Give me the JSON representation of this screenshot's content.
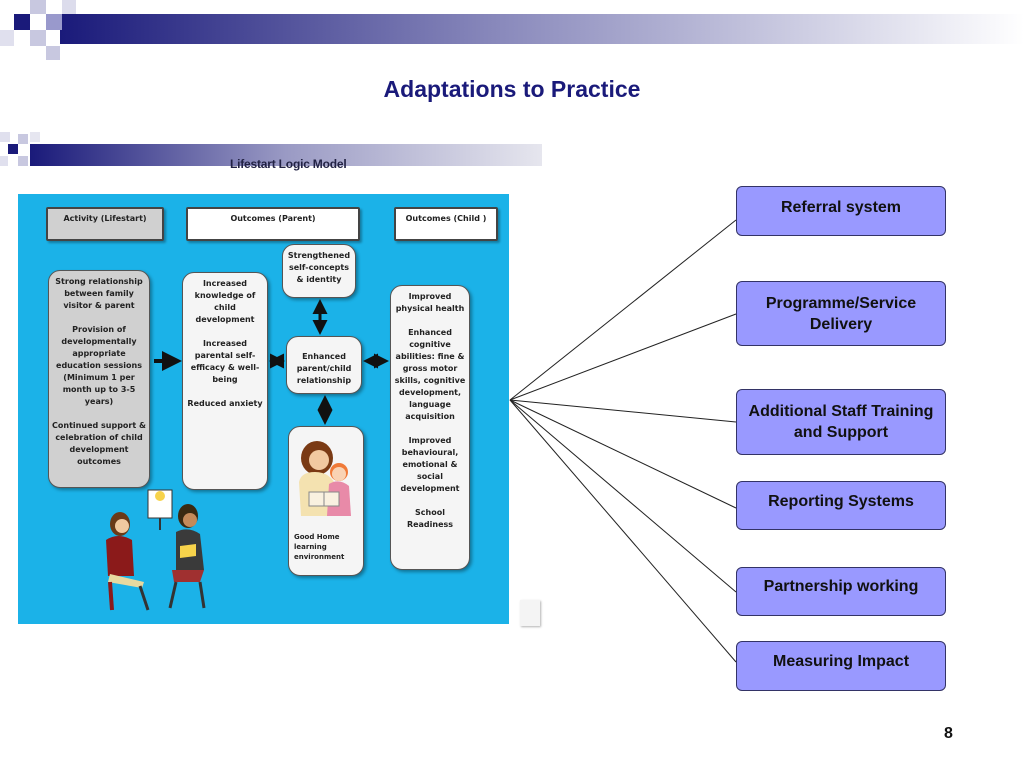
{
  "slide": {
    "title": "Adaptations to Practice",
    "page_number": "8"
  },
  "logic_model": {
    "title": "Lifestart Logic Model",
    "headers": {
      "activity": "Activity (Lifestart)",
      "outcomes_parent": "Outcomes (Parent)",
      "outcomes_child": "Outcomes (Child )"
    },
    "activity_box": "Strong relationship between family visitor & parent\n\nProvision of developmentally appropriate education sessions (Minimum 1 per month up to 3-5 years)\n\nContinued support & celebration of child development outcomes",
    "parent_box": "Increased knowledge of child development\n\nIncreased parental self-efficacy & well-being\n\nReduced anxiety",
    "self_concepts": "Strengthened self-concepts & identity",
    "relationship": "Enhanced parent/child relationship",
    "home_env": "Good Home learning environment",
    "child_box": "Improved physical health\n\nEnhanced cognitive abilities: fine & gross motor skills, cognitive development, language acquisition\n\nImproved behavioural, emotional & social development\n\nSchool Readiness"
  },
  "adaptations": [
    "Referral system",
    "Programme/Service Delivery",
    "Additional Staff Training and Support",
    "Reporting Systems",
    "Partnership working",
    "Measuring Impact"
  ],
  "colors": {
    "title": "#1a1a7a",
    "panel": "#1bb2e8",
    "adaptation_box": "#9999ff"
  }
}
